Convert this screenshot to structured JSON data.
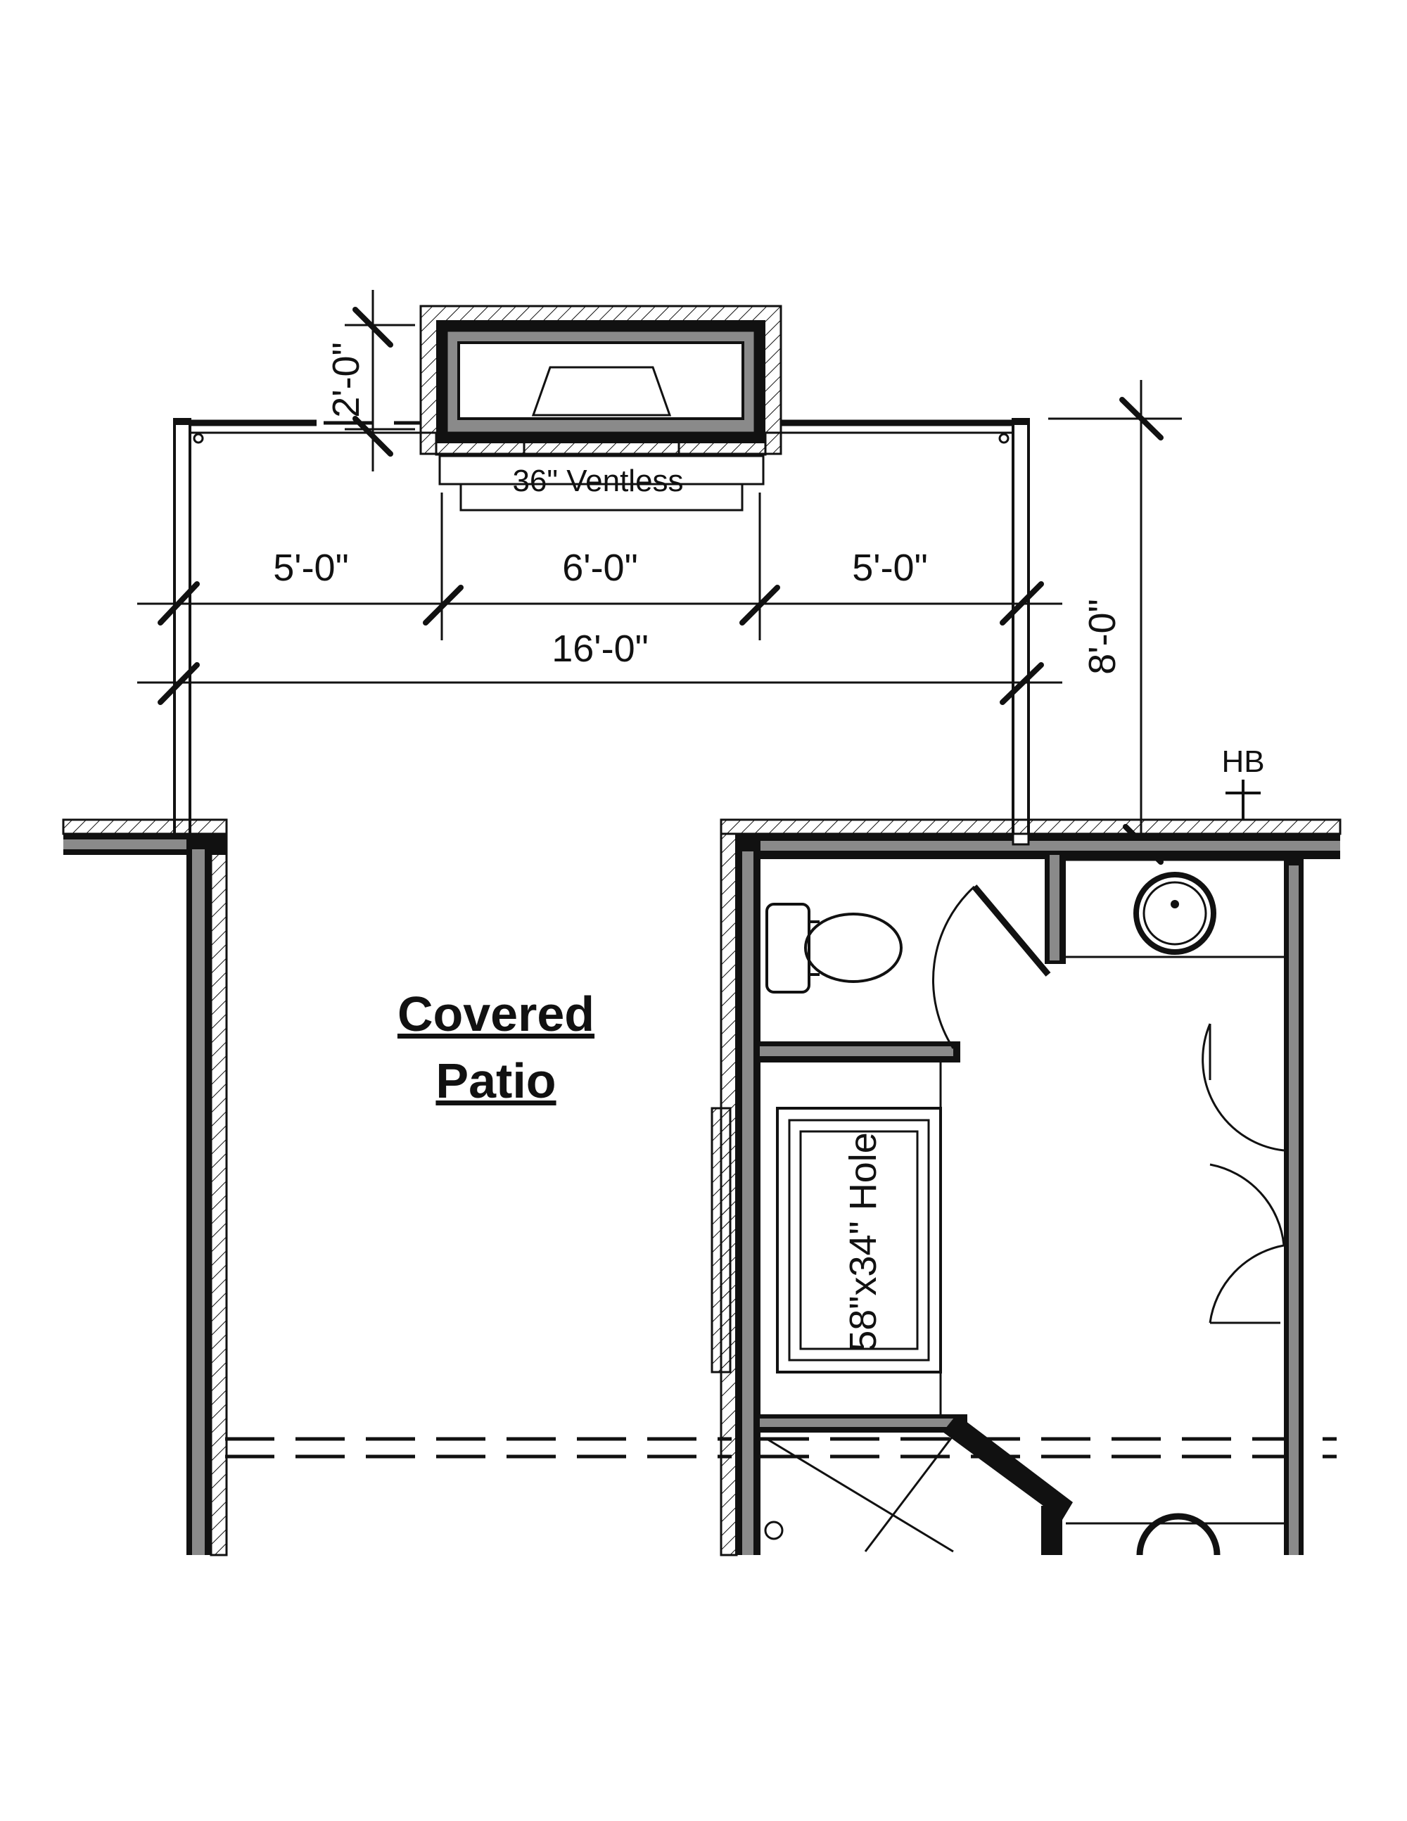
{
  "title": "",
  "labels": {
    "room": [
      "Covered",
      "Patio"
    ],
    "fireplace": "36\" Ventless",
    "tub": "58\"x34\" Hole",
    "hose_bib": "HB"
  },
  "dimensions": {
    "depth_fireplace": "2'-0\"",
    "left_segment": "5'-0\"",
    "center_segment": "6'-0\"",
    "right_segment": "5'-0\"",
    "overall_width": "16'-0\"",
    "extension_depth": "8'-0\""
  },
  "colors": {
    "line": "#111111",
    "wall_fill": "#8a8a8a",
    "background": "#ffffff"
  }
}
